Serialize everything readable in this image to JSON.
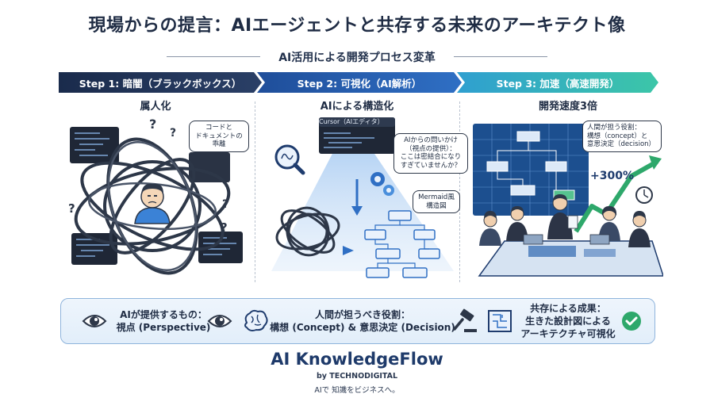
{
  "header": {
    "title": "現場からの提言：AIエージェントと共存する未来のアーキテクト像",
    "subtitle": "AI活用による開発プロセス変革"
  },
  "steps": [
    {
      "chevron_label": "Step 1: 暗闇（ブラックボックス）",
      "title": "属人化",
      "bubble": "コードと\nドキュメントの\n乖離"
    },
    {
      "chevron_label": "Step 2: 可視化（AI解析）",
      "title": "AIによる構造化",
      "editor_label": "Cursor（AIエディタ）",
      "bubble_question": "AIからの問いかけ\n（視点の提供）：\nここは密結合になり\nすぎていませんか？",
      "bubble_diagram": "Mermaid風\n構造図"
    },
    {
      "chevron_label": "Step 3: 加速（高速開発）",
      "title": "開発速度3倍",
      "bubble_role": "人間が担う役割：\n構想（concept）と\n意思決定（decision）",
      "growth": "+300%"
    }
  ],
  "summary": {
    "ai_provides": "AIが提供するもの：\n視点 (Perspective)",
    "human_role": "人間が担うべき役割：\n構想 (Concept) & 意思決定 (Decision)",
    "result": "共存による成果：\n生きた設計図による\nアーキテクチャ可視化"
  },
  "brand": {
    "name": "AI KnowledgeFlow",
    "by": "by TECHNODIGITAL",
    "tagline": "AIで 知識をビジネスへ。"
  },
  "icons": [
    "eye-icon",
    "brain-icon",
    "gavel-icon",
    "blueprint-icon",
    "check-icon",
    "magnifier-icon",
    "gear-icon",
    "clock-icon",
    "question-icon"
  ],
  "colors": {
    "step1": "#1a2b4c",
    "step2": "#2f6fc4",
    "step3": "#3cc6a8",
    "accent_green": "#2ea86b"
  }
}
